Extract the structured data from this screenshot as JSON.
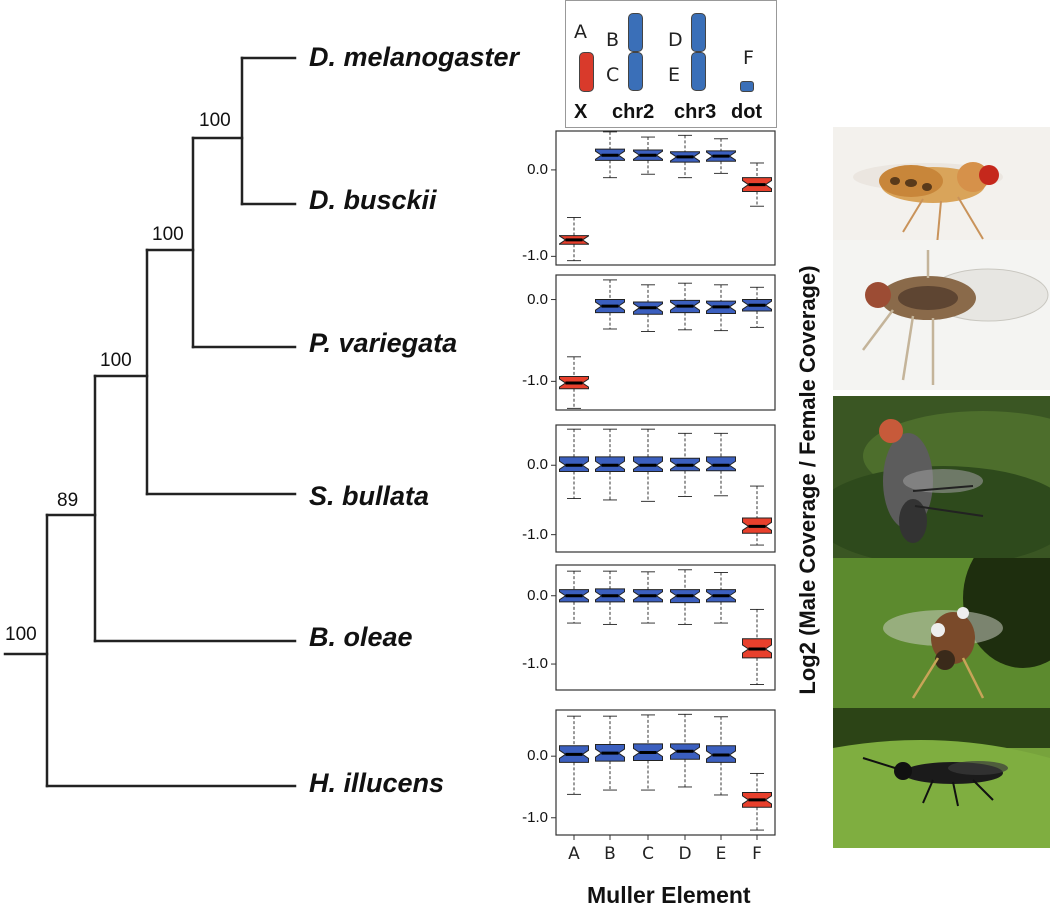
{
  "tree": {
    "species": [
      "D. melanogaster",
      "D. busckii",
      "P. variegata",
      "S. bullata",
      "B. oleae",
      "H. illucens"
    ],
    "supports": [
      {
        "node": "mel-busckii",
        "label": "100"
      },
      {
        "node": "drosophila-pvariegata",
        "label": "100"
      },
      {
        "node": "schizophora-sbullata",
        "label": "100"
      },
      {
        "node": "boleae-clade",
        "label": "89"
      },
      {
        "node": "root",
        "label": "100"
      }
    ]
  },
  "legend": {
    "groups": [
      {
        "name": "X",
        "letters": [
          "A"
        ],
        "color": "#d93a2b"
      },
      {
        "name": "chr2",
        "letters": [
          "B",
          "C"
        ],
        "color": "#3a6fb8"
      },
      {
        "name": "chr3",
        "letters": [
          "D",
          "E"
        ],
        "color": "#3a6fb8"
      },
      {
        "name": "dot",
        "letters": [
          "F"
        ],
        "color": "#3a6fb8"
      }
    ]
  },
  "colors": {
    "x_linked": "#e8402c",
    "autosomal": "#3b5fbf",
    "tree": "#222222"
  },
  "chart_data": {
    "type": "box",
    "xlabel": "Muller Element",
    "ylabel": "Log2 (Male Coverage / Female Coverage)",
    "categories": [
      "A",
      "B",
      "C",
      "D",
      "E",
      "F"
    ],
    "panels": [
      {
        "species": "D. busckii",
        "ylim": [
          -1.1,
          0.45
        ],
        "ticks": [
          0.0,
          -1.0
        ],
        "tick_labels": [
          "0.0",
          "-1.0"
        ],
        "boxes": [
          {
            "cat": "A",
            "min": -1.05,
            "q1": -0.86,
            "median": -0.81,
            "q3": -0.76,
            "max": -0.55,
            "color": "red"
          },
          {
            "cat": "B",
            "min": -0.09,
            "q1": 0.11,
            "median": 0.17,
            "q3": 0.24,
            "max": 0.44,
            "color": "blue"
          },
          {
            "cat": "C",
            "min": -0.05,
            "q1": 0.11,
            "median": 0.17,
            "q3": 0.23,
            "max": 0.38,
            "color": "blue"
          },
          {
            "cat": "D",
            "min": -0.09,
            "q1": 0.09,
            "median": 0.15,
            "q3": 0.21,
            "max": 0.4,
            "color": "blue"
          },
          {
            "cat": "E",
            "min": -0.04,
            "q1": 0.1,
            "median": 0.16,
            "q3": 0.22,
            "max": 0.36,
            "color": "blue"
          },
          {
            "cat": "F",
            "min": -0.42,
            "q1": -0.25,
            "median": -0.17,
            "q3": -0.09,
            "max": 0.08,
            "color": "red"
          }
        ]
      },
      {
        "species": "P. variegata",
        "ylim": [
          -1.35,
          0.3
        ],
        "ticks": [
          0.0,
          -1.0
        ],
        "tick_labels": [
          "0.0",
          "-1.0"
        ],
        "boxes": [
          {
            "cat": "A",
            "min": -1.33,
            "q1": -1.09,
            "median": -1.02,
            "q3": -0.94,
            "max": -0.7,
            "color": "red"
          },
          {
            "cat": "B",
            "min": -0.36,
            "q1": -0.16,
            "median": -0.08,
            "q3": 0.0,
            "max": 0.24,
            "color": "blue"
          },
          {
            "cat": "C",
            "min": -0.39,
            "q1": -0.18,
            "median": -0.1,
            "q3": -0.03,
            "max": 0.18,
            "color": "blue"
          },
          {
            "cat": "D",
            "min": -0.37,
            "q1": -0.16,
            "median": -0.08,
            "q3": -0.01,
            "max": 0.2,
            "color": "blue"
          },
          {
            "cat": "E",
            "min": -0.38,
            "q1": -0.17,
            "median": -0.09,
            "q3": -0.02,
            "max": 0.18,
            "color": "blue"
          },
          {
            "cat": "F",
            "min": -0.34,
            "q1": -0.14,
            "median": -0.07,
            "q3": 0.0,
            "max": 0.15,
            "color": "blue"
          }
        ]
      },
      {
        "species": "S. bullata",
        "ylim": [
          -1.25,
          0.58
        ],
        "ticks": [
          0.0,
          -1.0
        ],
        "tick_labels": [
          "0.0",
          "-1.0"
        ],
        "boxes": [
          {
            "cat": "A",
            "min": -0.48,
            "q1": -0.09,
            "median": 0.0,
            "q3": 0.12,
            "max": 0.52,
            "color": "blue"
          },
          {
            "cat": "B",
            "min": -0.5,
            "q1": -0.09,
            "median": 0.0,
            "q3": 0.12,
            "max": 0.52,
            "color": "blue"
          },
          {
            "cat": "C",
            "min": -0.52,
            "q1": -0.09,
            "median": 0.0,
            "q3": 0.12,
            "max": 0.52,
            "color": "blue"
          },
          {
            "cat": "D",
            "min": -0.45,
            "q1": -0.08,
            "median": 0.0,
            "q3": 0.1,
            "max": 0.46,
            "color": "blue"
          },
          {
            "cat": "E",
            "min": -0.44,
            "q1": -0.08,
            "median": 0.0,
            "q3": 0.12,
            "max": 0.46,
            "color": "blue"
          },
          {
            "cat": "F",
            "min": -1.15,
            "q1": -0.98,
            "median": -0.88,
            "q3": -0.76,
            "max": -0.3,
            "color": "red"
          }
        ]
      },
      {
        "species": "B. oleae",
        "ylim": [
          -1.38,
          0.45
        ],
        "ticks": [
          0.0,
          -1.0
        ],
        "tick_labels": [
          "0.0",
          "-1.0"
        ],
        "boxes": [
          {
            "cat": "A",
            "min": -0.4,
            "q1": -0.09,
            "median": 0.0,
            "q3": 0.09,
            "max": 0.36,
            "color": "blue"
          },
          {
            "cat": "B",
            "min": -0.42,
            "q1": -0.09,
            "median": 0.0,
            "q3": 0.1,
            "max": 0.36,
            "color": "blue"
          },
          {
            "cat": "C",
            "min": -0.4,
            "q1": -0.09,
            "median": 0.0,
            "q3": 0.09,
            "max": 0.35,
            "color": "blue"
          },
          {
            "cat": "D",
            "min": -0.42,
            "q1": -0.1,
            "median": 0.0,
            "q3": 0.09,
            "max": 0.38,
            "color": "blue"
          },
          {
            "cat": "E",
            "min": -0.4,
            "q1": -0.09,
            "median": 0.0,
            "q3": 0.09,
            "max": 0.34,
            "color": "blue"
          },
          {
            "cat": "F",
            "min": -1.3,
            "q1": -0.91,
            "median": -0.78,
            "q3": -0.63,
            "max": -0.2,
            "color": "red"
          }
        ]
      },
      {
        "species": "H. illucens",
        "ylim": [
          -1.28,
          0.75
        ],
        "ticks": [
          0.0,
          -1.0
        ],
        "tick_labels": [
          "0.0",
          "-1.0"
        ],
        "boxes": [
          {
            "cat": "A",
            "min": -0.62,
            "q1": -0.1,
            "median": 0.03,
            "q3": 0.17,
            "max": 0.65,
            "color": "blue"
          },
          {
            "cat": "B",
            "min": -0.55,
            "q1": -0.08,
            "median": 0.05,
            "q3": 0.19,
            "max": 0.65,
            "color": "blue"
          },
          {
            "cat": "C",
            "min": -0.55,
            "q1": -0.07,
            "median": 0.06,
            "q3": 0.2,
            "max": 0.67,
            "color": "blue"
          },
          {
            "cat": "D",
            "min": -0.5,
            "q1": -0.05,
            "median": 0.08,
            "q3": 0.2,
            "max": 0.68,
            "color": "blue"
          },
          {
            "cat": "E",
            "min": -0.63,
            "q1": -0.1,
            "median": 0.02,
            "q3": 0.17,
            "max": 0.64,
            "color": "blue"
          },
          {
            "cat": "F",
            "min": -1.2,
            "q1": -0.83,
            "median": -0.71,
            "q3": -0.59,
            "max": -0.28,
            "color": "red"
          }
        ]
      }
    ]
  },
  "photos": [
    {
      "subject": "drosophila-busckii-photo",
      "bg": "#f2f0ec"
    },
    {
      "subject": "phortica-variegata-photo",
      "bg": "#f4f4f2"
    },
    {
      "subject": "sarcophaga-bullata-photo",
      "bg": "#3d5a26"
    },
    {
      "subject": "bactrocera-oleae-photo",
      "bg": "#4f7d2a"
    },
    {
      "subject": "hermetia-illucens-photo",
      "bg": "#6f9a3a"
    }
  ]
}
